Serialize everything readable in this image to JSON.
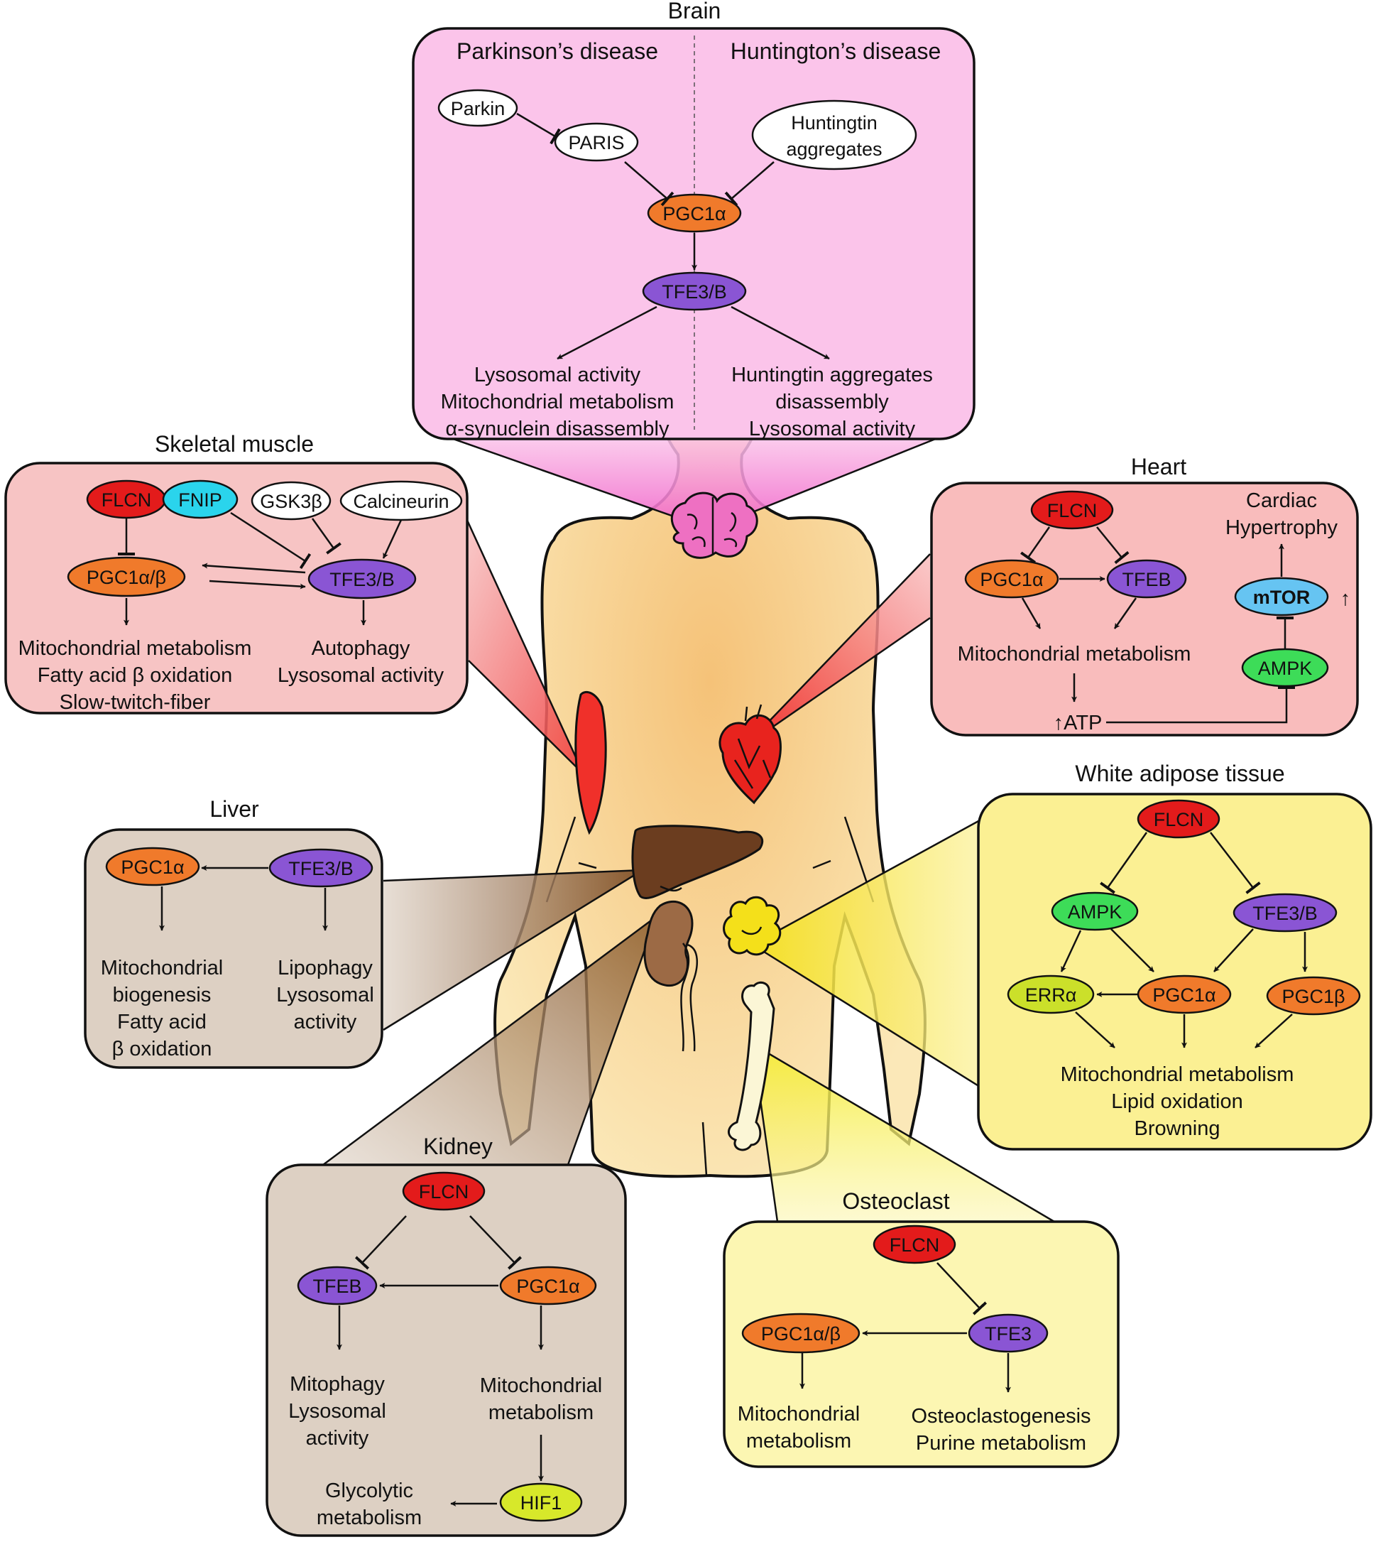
{
  "colors": {
    "brain_bg": "#fbc4ea",
    "muscle_bg": "#f7c4c4",
    "heart_bg": "#f9bcbc",
    "liver_bg": "#ddd0c3",
    "kidney_bg": "#ddd0c3",
    "wat_bg": "#fbf093",
    "osteo_bg": "#fcf6b2",
    "flcn": "#e31b1b",
    "pgc": "#f07a2b",
    "tfe": "#8a55d4",
    "fnip": "#2ad4ec",
    "ampk": "#3ddc58",
    "mtor": "#66c4f2",
    "err": "#cbe02a",
    "hif": "#d7e82a",
    "white": "#ffffff",
    "body": "#f8e2a6",
    "organ_brown": "#6b3d1f"
  },
  "brain": {
    "title": "Brain",
    "pd": "Parkinson’s disease",
    "hd": "Huntington’s disease",
    "parkin": "Parkin",
    "paris": "PARIS",
    "htt_line1": "Huntingtin",
    "htt_line2": "aggregates",
    "pgc": "PGC1α",
    "tfe": "TFE3/B",
    "left_out": [
      "Lysosomal activity",
      "Mitochondrial metabolism",
      "α-synuclein disassembly"
    ],
    "right_out": [
      "Huntingtin aggregates",
      "disassembly",
      "Lysosomal activity"
    ]
  },
  "muscle": {
    "title": "Skeletal muscle",
    "flcn": "FLCN",
    "fnip": "FNIP",
    "gsk": "GSK3β",
    "calcineurin": "Calcineurin",
    "pgc": "PGC1α/β",
    "tfe": "TFE3/B",
    "left_out": [
      "Mitochondrial metabolism",
      "Fatty acid β oxidation",
      "Slow-twitch-fiber"
    ],
    "right_out": [
      "Autophagy",
      "Lysosomal activity"
    ]
  },
  "heart": {
    "title": "Heart",
    "flcn": "FLCN",
    "pgc": "PGC1α",
    "tfeb": "TFEB",
    "mito": "Mitochondrial metabolism",
    "atp": "↑ATP",
    "cardiac_line1": "Cardiac",
    "cardiac_line2": "Hypertrophy",
    "mtor": "mTOR",
    "mtor_up": "↑",
    "ampk": "AMPK"
  },
  "liver": {
    "title": "Liver",
    "pgc": "PGC1α",
    "tfe": "TFE3/B",
    "left_out": [
      "Mitochondrial",
      "biogenesis",
      "Fatty acid",
      "β oxidation"
    ],
    "right_out": [
      "Lipophagy",
      "Lysosomal",
      "activity"
    ]
  },
  "wat": {
    "title": "White adipose tissue",
    "flcn": "FLCN",
    "ampk": "AMPK",
    "tfe": "TFE3/B",
    "err": "ERRα",
    "pgca": "PGC1α",
    "pgcb": "PGC1β",
    "out": [
      "Mitochondrial metabolism",
      "Lipid oxidation",
      "Browning"
    ]
  },
  "kidney": {
    "title": "Kidney",
    "flcn": "FLCN",
    "tfeb": "TFEB",
    "pgc": "PGC1α",
    "left_out": [
      "Mitophagy",
      "Lysosomal",
      "activity"
    ],
    "right_out": [
      "Mitochondrial",
      "metabolism"
    ],
    "hif": "HIF1",
    "glyco": [
      "Glycolytic",
      "metabolism"
    ]
  },
  "osteo": {
    "title": "Osteoclast",
    "flcn": "FLCN",
    "pgc": "PGC1α/β",
    "tfe": "TFE3",
    "left_out": [
      "Mitochondrial",
      "metabolism"
    ],
    "right_out": [
      "Osteoclastogenesis",
      "Purine metabolism"
    ]
  }
}
